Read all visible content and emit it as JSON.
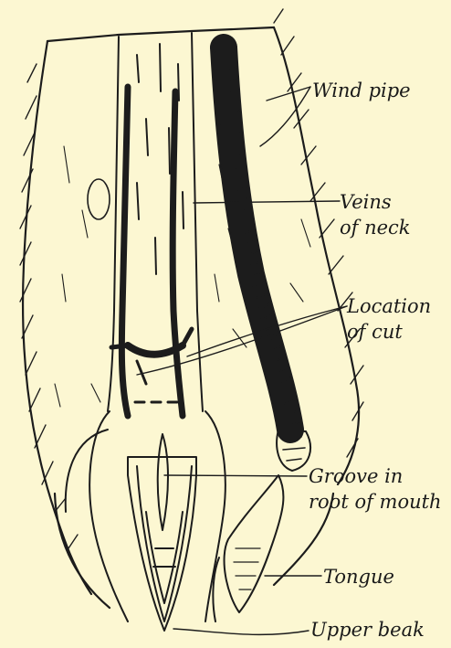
{
  "diagram": {
    "background": "#fcf7d2",
    "ink": "#1c1c1c",
    "labels": {
      "wind_pipe": "Wind pipe",
      "veins_line1": "Veins",
      "veins_line2": "of neck",
      "location_line1": "Location",
      "location_line2": "of cut",
      "groove_line1": "Groove in",
      "groove_line2": "root of mouth",
      "tongue": "Tongue",
      "upper_beak": "Upper beak"
    }
  }
}
